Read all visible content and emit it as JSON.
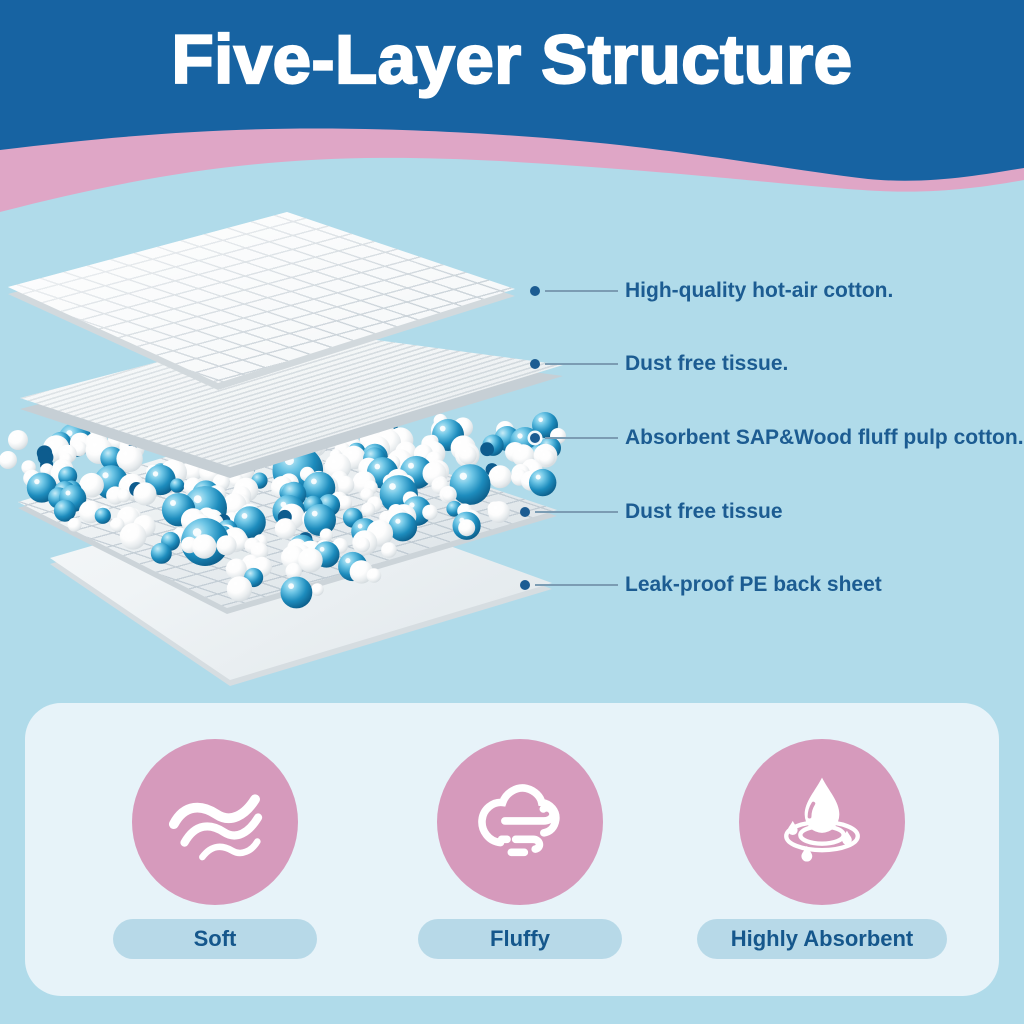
{
  "header": {
    "title": "Five-Layer Structure"
  },
  "layers": [
    {
      "label": "High-quality hot-air cotton."
    },
    {
      "label": "Dust free tissue."
    },
    {
      "label": "Absorbent SAP&Wood fluff pulp cotton."
    },
    {
      "label": "Dust free tissue"
    },
    {
      "label": "Leak-proof PE back sheet"
    }
  ],
  "features": [
    {
      "label": "Soft",
      "icon": "wave-icon"
    },
    {
      "label": "Fluffy",
      "icon": "cloud-wind-icon"
    },
    {
      "label": "Highly Absorbent",
      "icon": "water-drop-icon"
    }
  ],
  "colors": {
    "header_blue": "#1763a2",
    "wave_pink": "#dfa6c6",
    "background_blue": "#b0dbea",
    "panel_blue": "#e7f3f9",
    "pill_blue": "#b7d9e8",
    "circle_pink": "#d69abc",
    "label_blue": "#1c5c92",
    "sap_blue": "#1d8cbd",
    "title_color": "#ffffff"
  }
}
